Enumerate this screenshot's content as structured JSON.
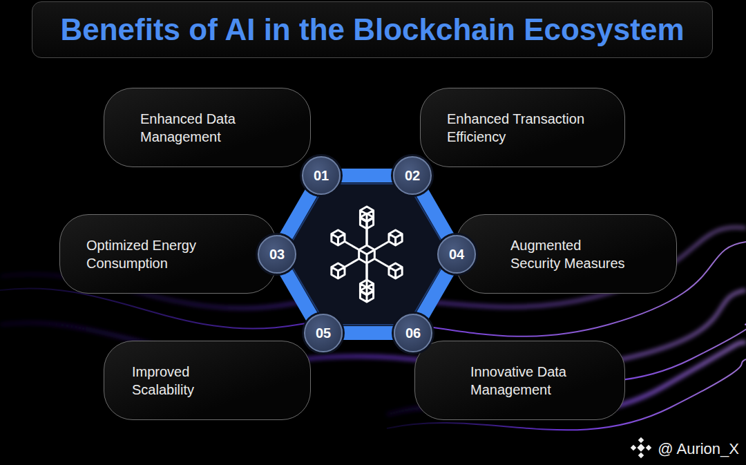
{
  "diagram": {
    "title": "Benefits of AI in the Blockchain Ecosystem",
    "nodes": [
      {
        "text": [
          "Enhanced Data Management"
        ]
      },
      {
        "text": [
          "01"
        ]
      },
      {
        "text": [
          "Enhanced Transaction Efficiency"
        ]
      },
      {
        "text": [
          "02"
        ]
      },
      {
        "text": [
          "Optimized Energy Consumption"
        ]
      },
      {
        "text": [
          "03"
        ]
      },
      {
        "text": [
          "Augmented Security Measures"
        ]
      },
      {
        "text": [
          "04"
        ]
      },
      {
        "text": [
          "Improved Scalability"
        ]
      },
      {
        "text": [
          "05"
        ]
      },
      {
        "text": [
          "Innovative Data Management"
        ]
      },
      {
        "text": [
          "06"
        ]
      }
    ],
    "labels": [
      "@ Aurion_X"
    ]
  }
}
